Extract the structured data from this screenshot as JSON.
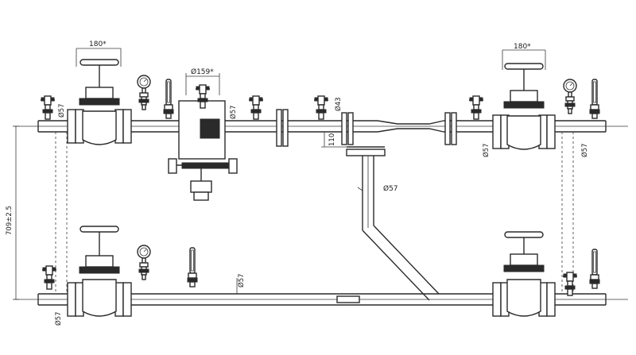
{
  "labels": {
    "dim_valve_left": "180*",
    "dim_valve_right": "180*",
    "dim_vessel": "Ø159*",
    "pipe_a": "Ø57",
    "pipe_b": "Ø57",
    "pipe_c": "Ø57",
    "pipe_d": "Ø57",
    "pipe_e": "Ø57",
    "pipe_f": "Ø57",
    "pipe_g": "Ø57",
    "pipe_branch": "Ø43",
    "dim_offset": "110",
    "dim_height": "709±2.5"
  }
}
